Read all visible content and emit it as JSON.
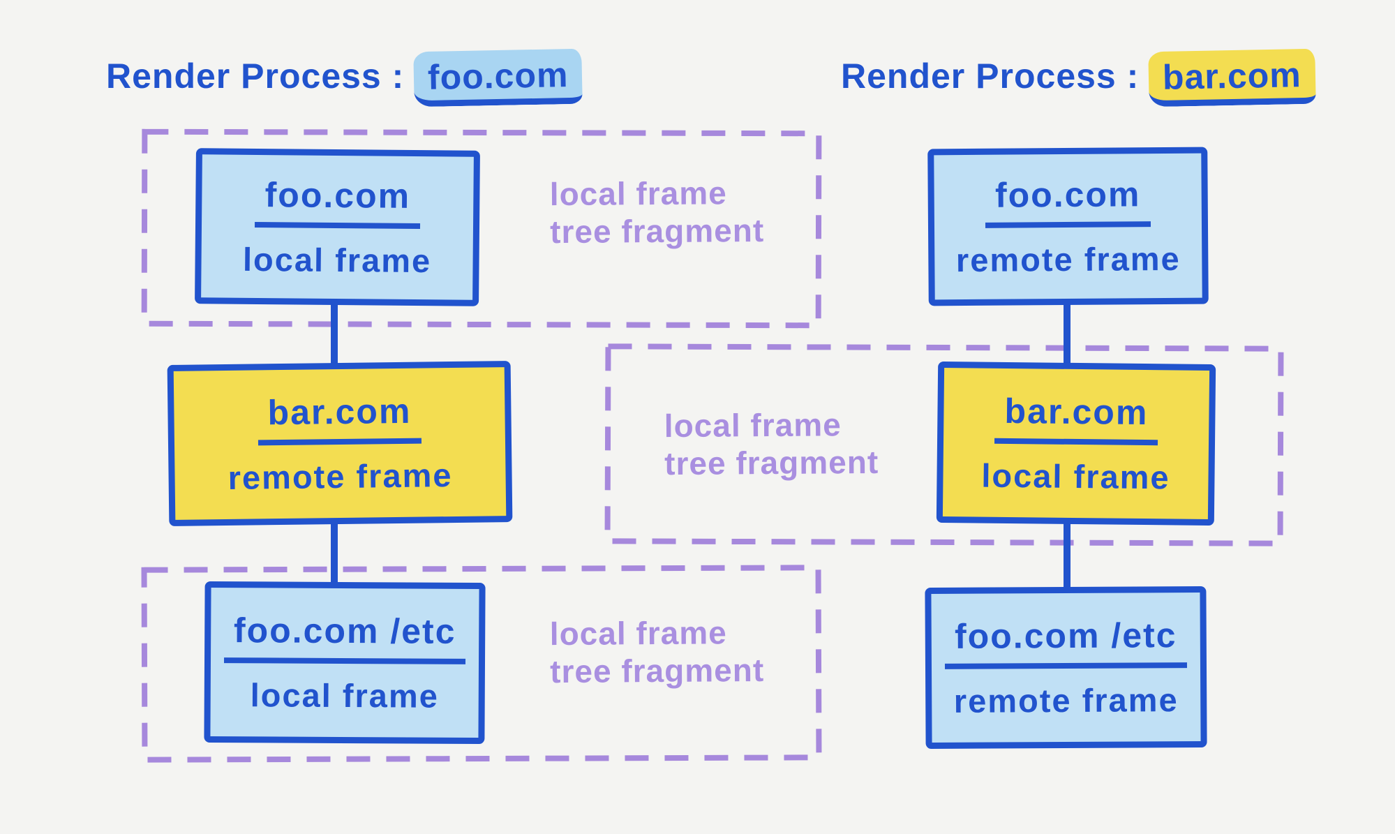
{
  "colors": {
    "background": "#f4f4f2",
    "ink_blue": "#2153cd",
    "local_blue_fill": "#c0e0f5",
    "remote_yellow_fill": "#f3dd51",
    "purple_outline": "#a688dc",
    "purple_label": "#a98fe0",
    "foo_title_highlight": "#a9d5f2",
    "bar_title_highlight": "#f3dd51"
  },
  "left_process": {
    "title_prefix": "Render Process :",
    "title_domain": "foo.com",
    "top_fragment": {
      "line1": "local frame",
      "line2": "tree fragment"
    },
    "bottom_fragment": {
      "line1": "local frame",
      "line2": "tree fragment"
    },
    "nodes": [
      {
        "domain": "foo.com",
        "frame_type": "local frame"
      },
      {
        "domain": "bar.com",
        "frame_type": "remote frame"
      },
      {
        "domain": "foo.com /etc",
        "frame_type": "local frame"
      }
    ]
  },
  "right_process": {
    "title_prefix": "Render Process :",
    "title_domain": "bar.com",
    "middle_fragment": {
      "line1": "local frame",
      "line2": "tree fragment"
    },
    "nodes": [
      {
        "domain": "foo.com",
        "frame_type": "remote frame"
      },
      {
        "domain": "bar.com",
        "frame_type": "local frame"
      },
      {
        "domain": "foo.com /etc",
        "frame_type": "remote frame"
      }
    ]
  }
}
